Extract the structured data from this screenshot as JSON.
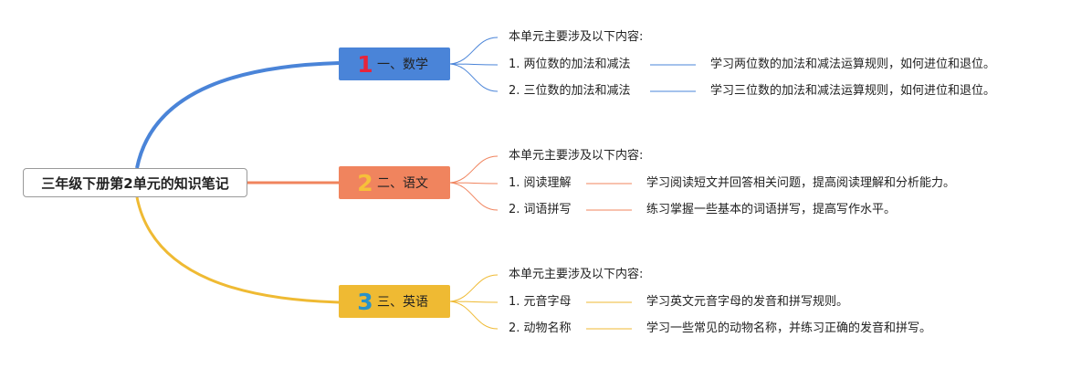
{
  "root": {
    "title": "三年级下册第2单元的知识笔记"
  },
  "branches": [
    {
      "number": "1",
      "label": "一、数学",
      "color": "#4a84d8",
      "num_color": "#e8243a",
      "intro": "本单元主要涉及以下内容:",
      "items": [
        {
          "topic": "1. 两位数的加法和减法",
          "detail": "学习两位数的加法和减法运算规则，如何进位和退位。"
        },
        {
          "topic": "2. 三位数的加法和减法",
          "detail": "学习三位数的加法和减法运算规则，如何进位和退位。"
        }
      ]
    },
    {
      "number": "2",
      "label": "二、语文",
      "color": "#f0845e",
      "num_color": "#f6c03a",
      "intro": "本单元主要涉及以下内容:",
      "items": [
        {
          "topic": "1. 阅读理解",
          "detail": "学习阅读短文并回答相关问题，提高阅读理解和分析能力。"
        },
        {
          "topic": "2. 词语拼写",
          "detail": "练习掌握一些基本的词语拼写，提高写作水平。"
        }
      ]
    },
    {
      "number": "3",
      "label": "三、英语",
      "color": "#efba33",
      "num_color": "#2a92c8",
      "intro": "本单元主要涉及以下内容:",
      "items": [
        {
          "topic": "1. 元音字母",
          "detail": "学习英文元音字母的发音和拼写规则。"
        },
        {
          "topic": "2. 动物名称",
          "detail": "学习一些常见的动物名称，并练习正确的发音和拼写。"
        }
      ]
    }
  ]
}
